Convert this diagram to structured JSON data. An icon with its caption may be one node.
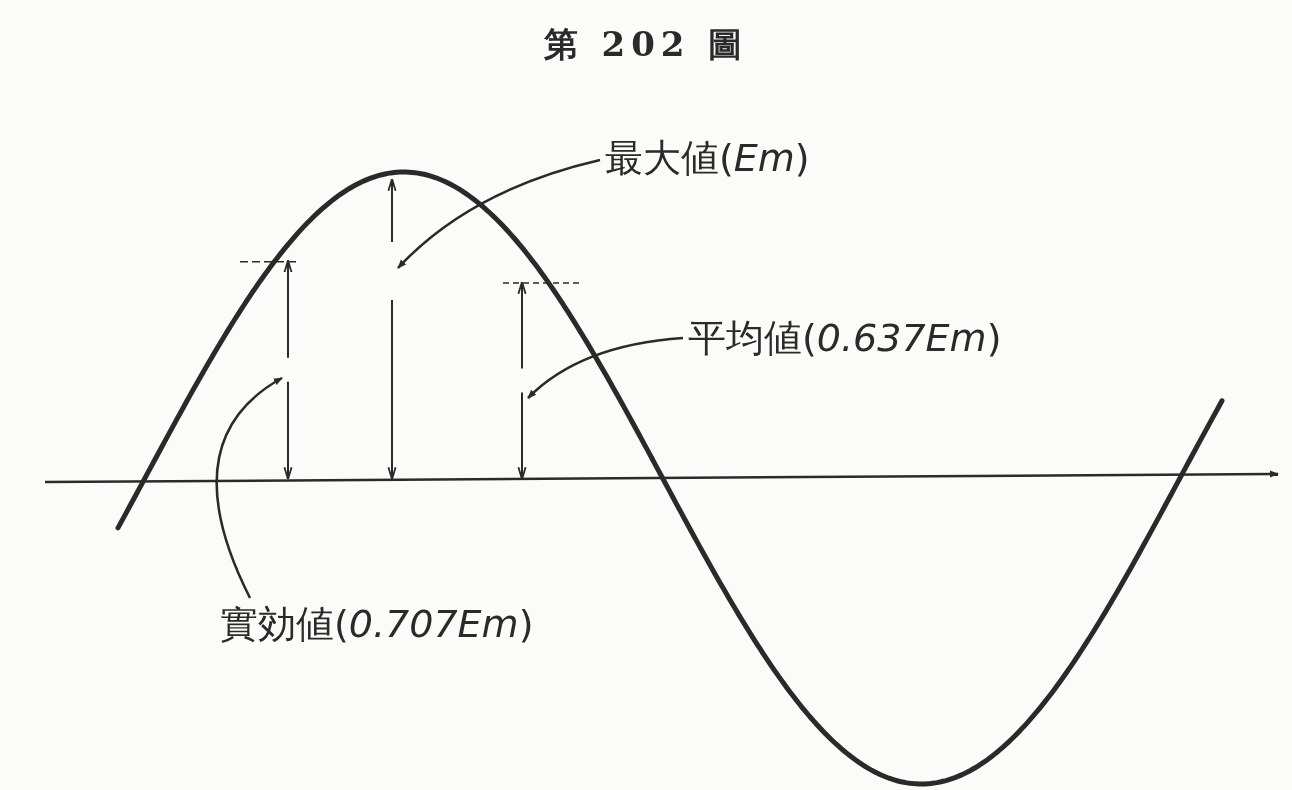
{
  "diagram": {
    "title": "第 202 圖",
    "nodes": [
      {
        "text": [
          "最大値(*Em*)"
        ]
      },
      {
        "text": [
          "平均値(*0.637Em*)"
        ]
      },
      {
        "text": [
          "實効値(*0.707Em*)"
        ]
      },
      {
        "text": [],
        "shape": "line"
      },
      {
        "text": [],
        "shape": "line"
      },
      {
        "text": [],
        "shape": "line"
      }
    ],
    "edges": [
      {
        "from": 0,
        "to": 4,
        "arrow": "to"
      },
      {
        "from": 1,
        "to": 5,
        "arrow": "to"
      },
      {
        "from": 2,
        "to": 3,
        "arrow": "to"
      }
    ]
  }
}
